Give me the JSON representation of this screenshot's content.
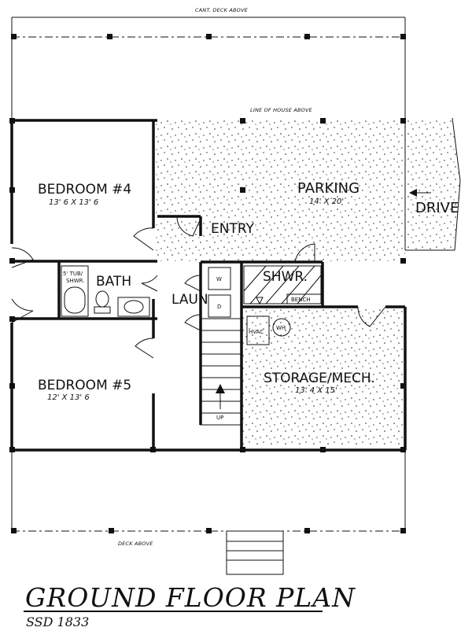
{
  "plan": {
    "title": "GROUND FLOOR PLAN",
    "subtitle": "SSD 1833",
    "notes": {
      "cant_deck": "CANT. DECK ABOVE",
      "line_of_house": "LINE OF HOUSE ABOVE",
      "deck_above": "DECK ABOVE"
    },
    "rooms": {
      "bedroom4": {
        "name": "BEDROOM #4",
        "dims": "13' 6 X 13' 6"
      },
      "bedroom5": {
        "name": "BEDROOM #5",
        "dims": "12' X 13' 6"
      },
      "bath": {
        "name": "BATH"
      },
      "tub_shower": {
        "line1": "5' TUB/",
        "line2": "SHWR."
      },
      "entry": {
        "name": "ENTRY"
      },
      "laundry": {
        "name": "LAUN"
      },
      "washer": "W",
      "dryer": "D",
      "shower": {
        "name": "SHWR."
      },
      "bench": "BENCH",
      "parking": {
        "name": "PARKING",
        "dims": "14' X 20'"
      },
      "drive": "DRIVE",
      "hvac": "HVAC",
      "water_heater": "WH",
      "storage": {
        "name": "STORAGE/MECH.",
        "dims": "13' 4 X 15'"
      },
      "stair_up": "UP"
    }
  }
}
